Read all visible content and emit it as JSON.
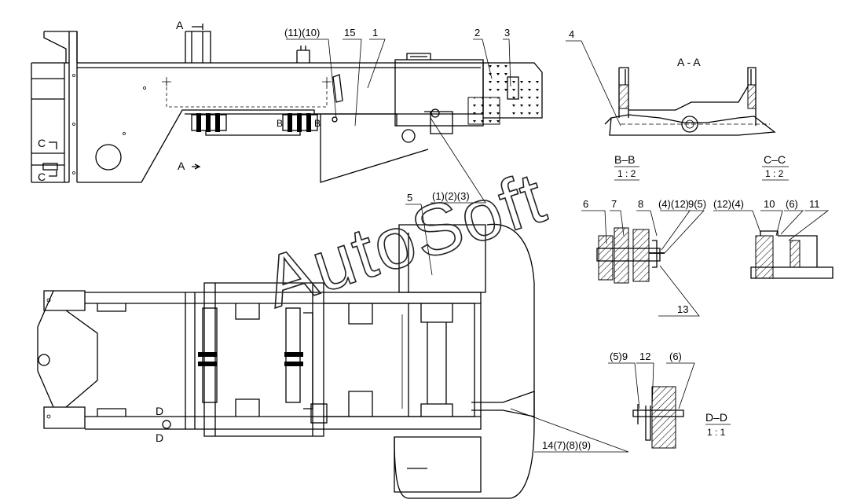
{
  "labels": {
    "l_1110": "(11)(10)",
    "l_15": "15",
    "l_1": "1",
    "l_2": "2",
    "l_3": "3",
    "l_4": "4",
    "l_5": "5",
    "l_123": "(1)(2)(3)",
    "l_6": "6",
    "l_7": "7",
    "l_8": "8",
    "l_412": "(4)(12)",
    "l_95": "9(5)",
    "l_124": "(12)(4)",
    "l_10": "10",
    "l_6p": "(6)",
    "l_11": "11",
    "l_13": "13",
    "l_59": "(5)9",
    "l_12": "12",
    "l_6p2": "(6)",
    "l_14": "14(7)(8)(9)"
  },
  "sections": {
    "aa_top": "A",
    "aa_bottom": "A",
    "aa_title": "A - A",
    "bb_title": "B–B",
    "bb_scale": "1 : 2",
    "cc_title": "C–C",
    "cc_scale": "1 : 2",
    "dd_title": "D–D",
    "dd_scale": "1 : 1",
    "c_top": "C",
    "c_bottom": "C",
    "d_top": "D",
    "d_bottom": "D",
    "b_mark1": "B",
    "b_mark2": "B"
  },
  "watermark": "AutoSoft"
}
